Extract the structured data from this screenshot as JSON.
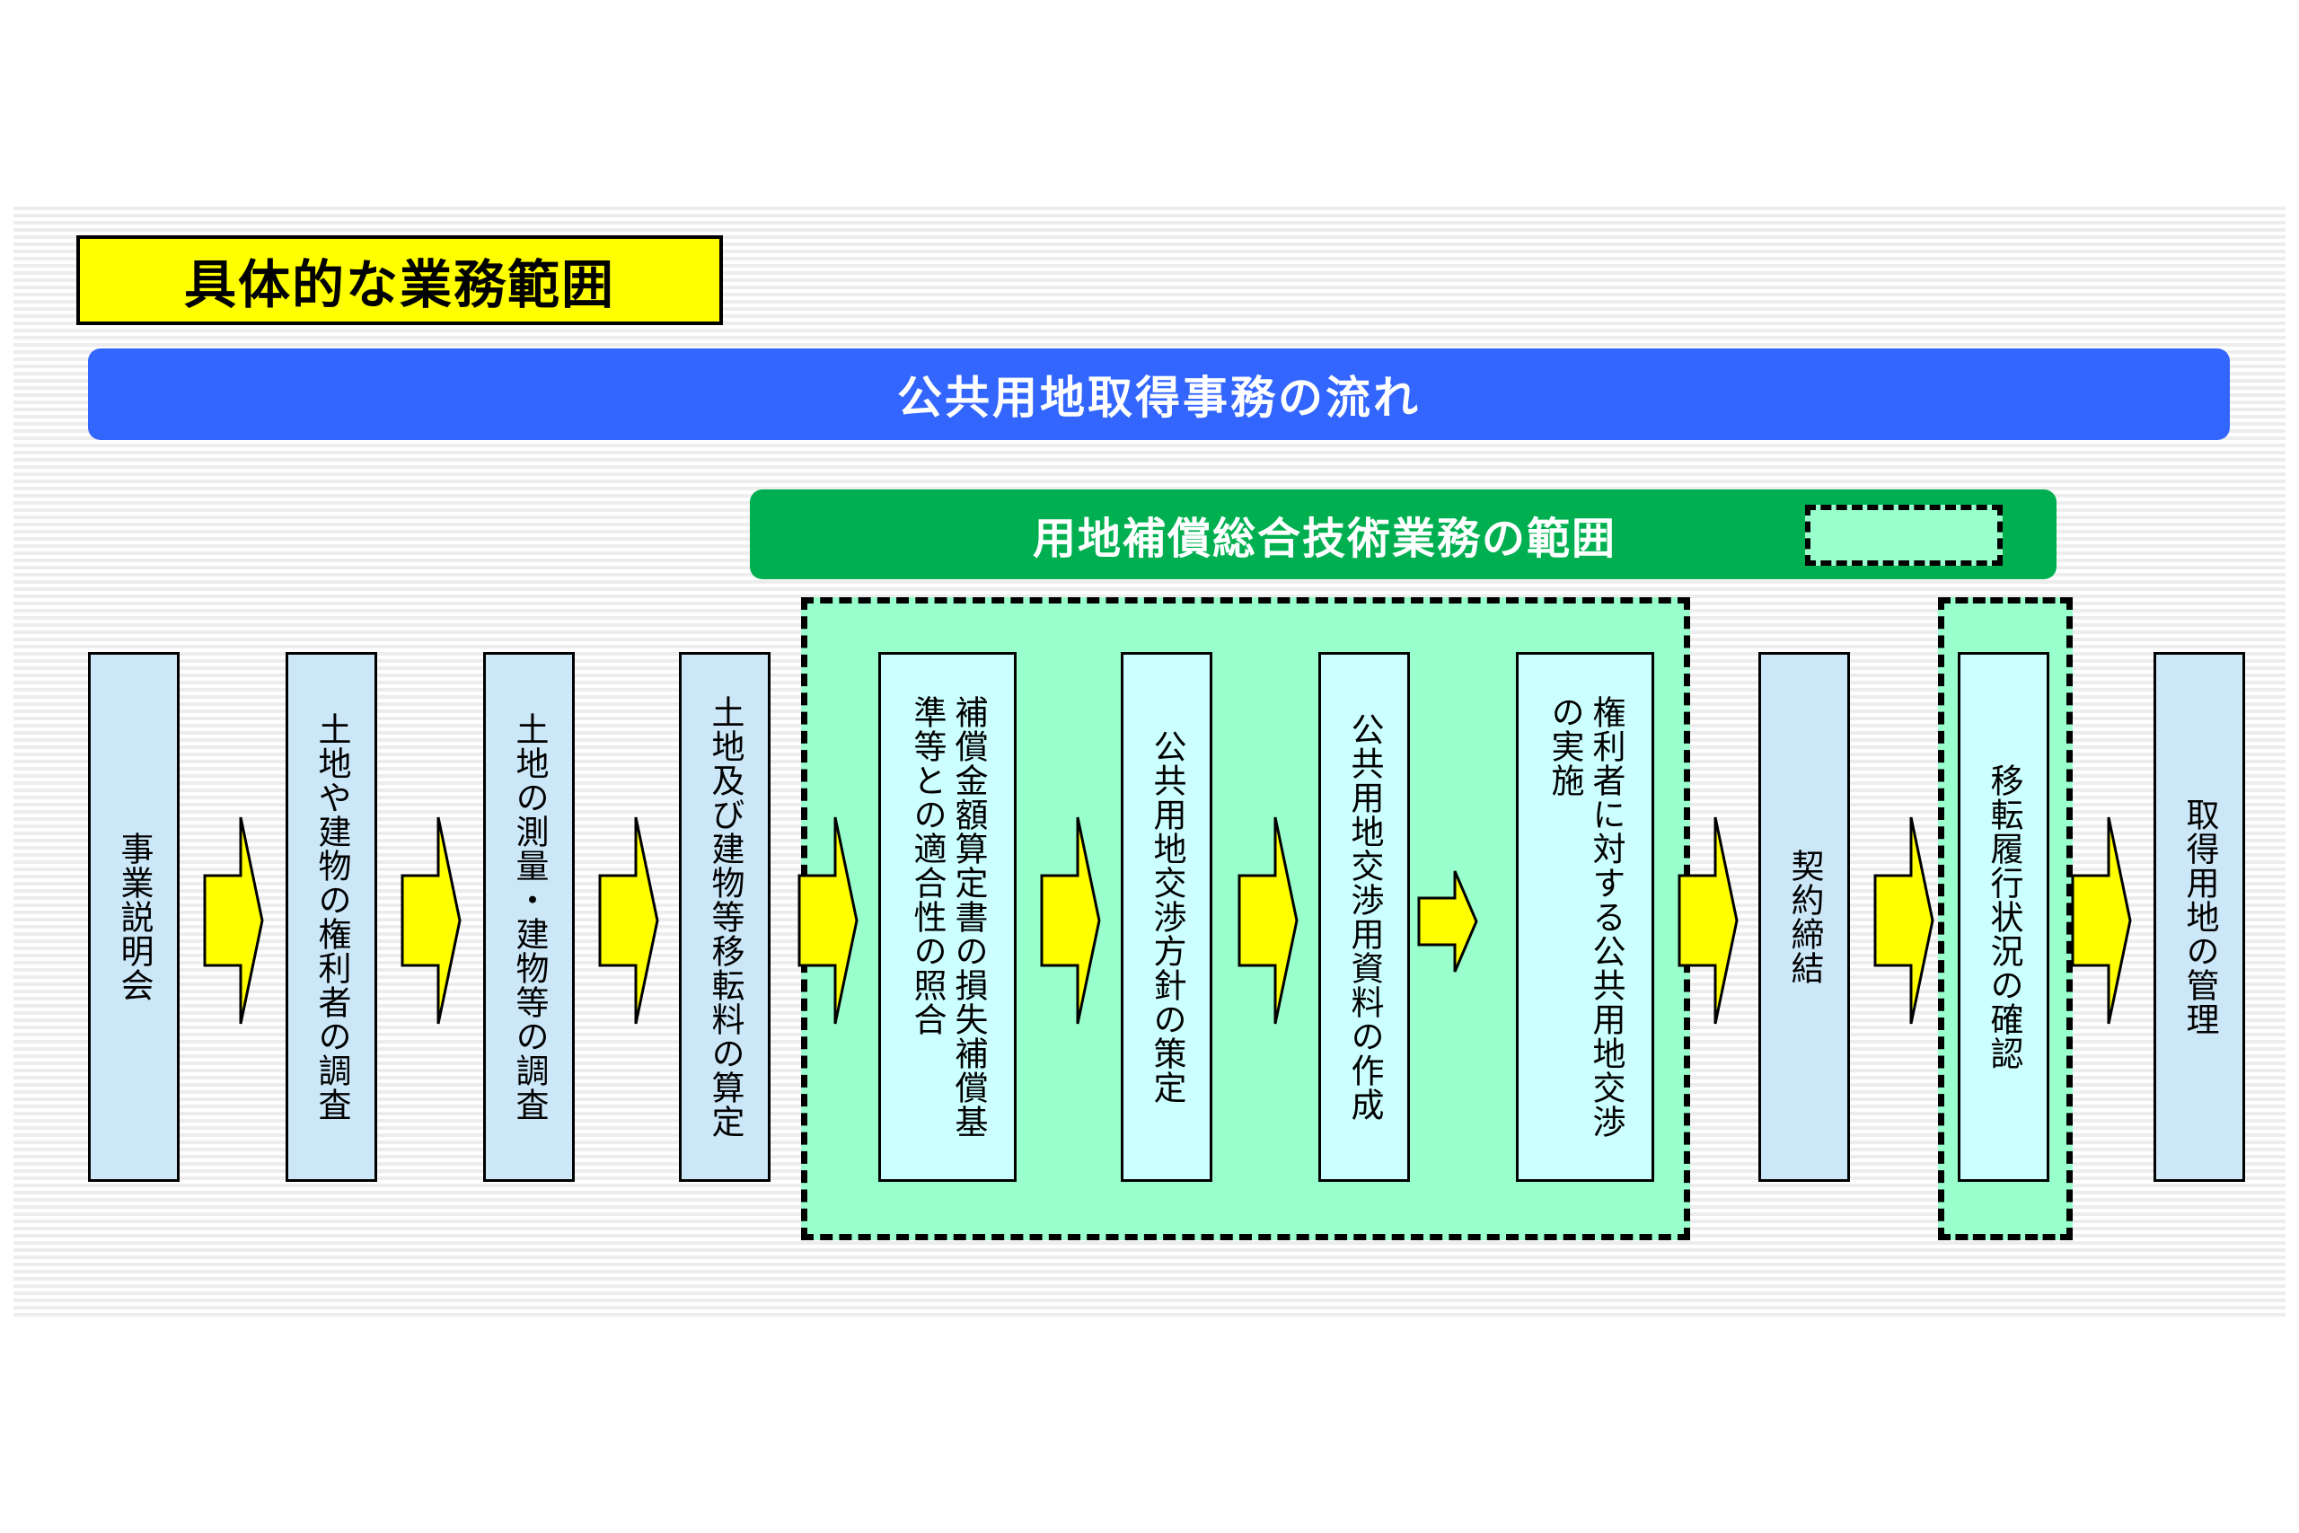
{
  "title": "具体的な業務範囲",
  "flow_banner": "公共用地取得事務の流れ",
  "scope_banner": "用地補償総合技術業務の範囲",
  "steps": [
    {
      "label": "事業説明会",
      "in_scope": false
    },
    {
      "label": "土地や建物の権利者の調査",
      "in_scope": false
    },
    {
      "label": "土地の測量・建物等の調査",
      "in_scope": false
    },
    {
      "label": "土地及び建物等移転料の算定",
      "in_scope": false
    },
    {
      "label": "補償金額算定書の損失補償基\n準等との適合性の照合",
      "in_scope": true
    },
    {
      "label": "公共用地交渉方針の策定",
      "in_scope": true
    },
    {
      "label": "公共用地交渉用資料の作成",
      "in_scope": true
    },
    {
      "label": "権利者に対する公共用地交渉\nの実施",
      "in_scope": true
    },
    {
      "label": "契約締結",
      "in_scope": false
    },
    {
      "label": "移転履行状況の確認",
      "in_scope": true
    },
    {
      "label": "取得用地の管理",
      "in_scope": false
    }
  ],
  "colors": {
    "title_bg": "#ffff00",
    "flow_banner_bg": "#3366ff",
    "scope_banner_bg": "#00b050",
    "scope_region_bg": "#99ffcc",
    "step_bg": "#cce8f8",
    "step_in_scope_bg": "#ccffff",
    "arrow_fill": "#ffff00"
  }
}
